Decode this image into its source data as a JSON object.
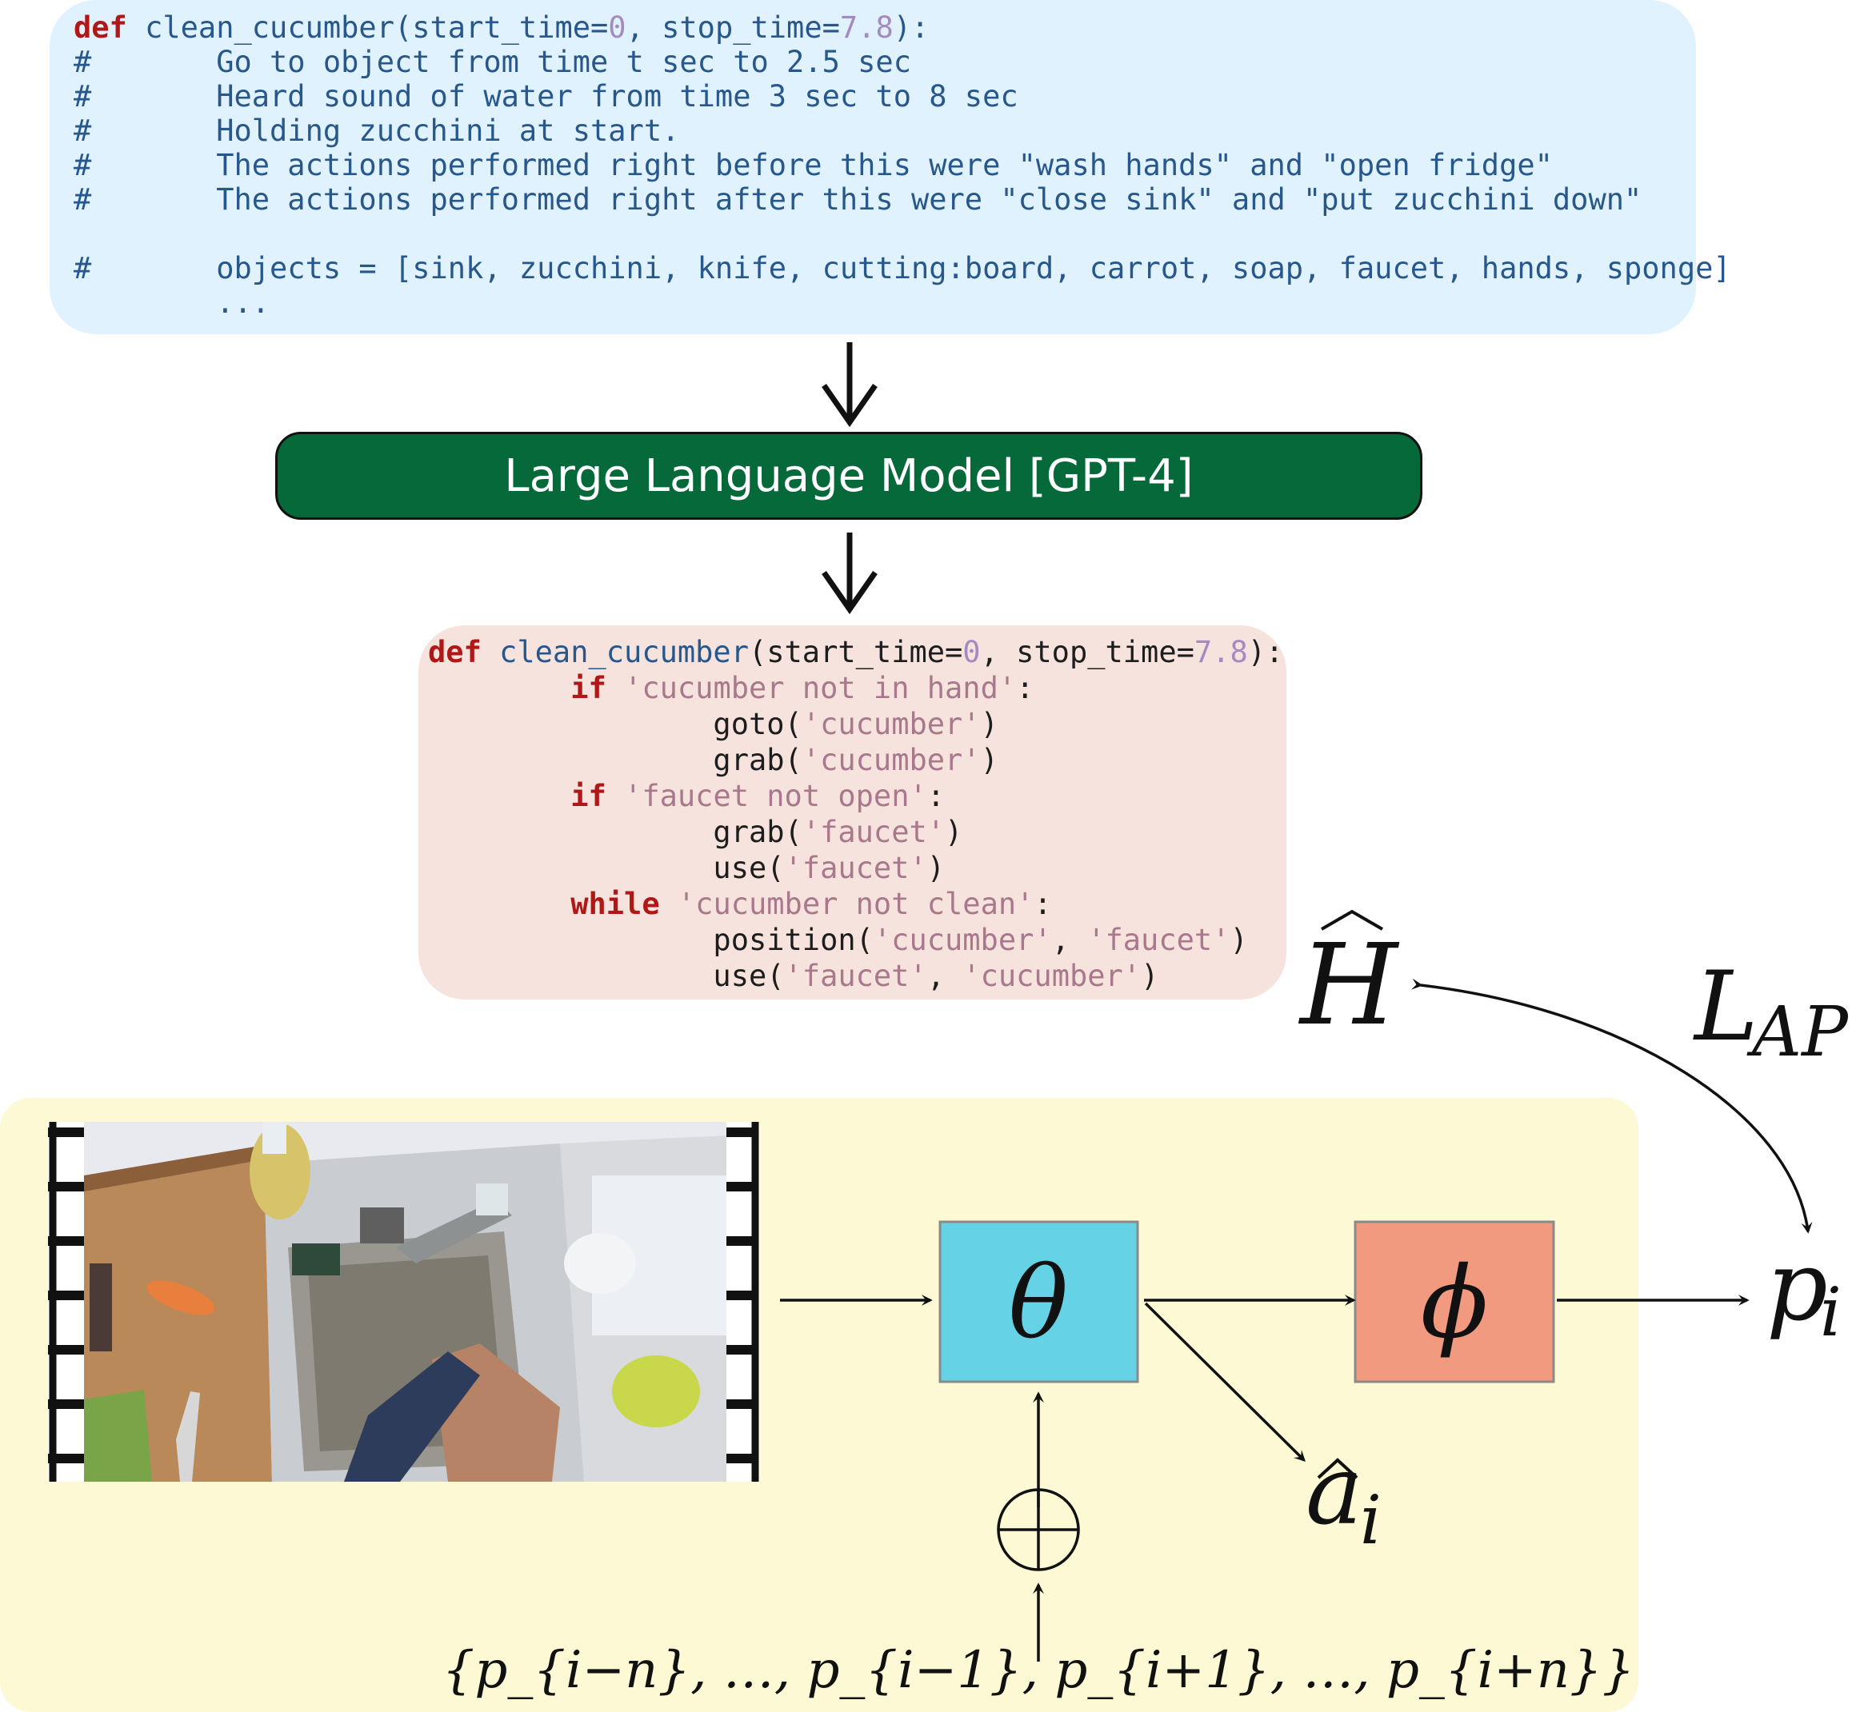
{
  "prompt": {
    "lines": [
      [
        "def ",
        "clean_cucumber",
        "(start_time=",
        "0",
        ", stop_time=",
        "7.8",
        "):"
      ],
      "#       Go to object from time t sec to 2.5 sec",
      "#       Heard sound of water from time 3 sec to 8 sec",
      "#       Holding zucchini at start.",
      "#       The actions performed right before this were \"wash hands\" and \"open fridge\"",
      "#       The actions performed right after this were \"close sink\" and \"put zucchini down\"",
      "",
      "#       objects = [sink, zucchini, knife, cutting:board, carrot, soap, faucet, hands, sponge]",
      "        ..."
    ]
  },
  "llm": {
    "label": "Large Language Model [GPT-4]"
  },
  "generated_code": {
    "signature": [
      "def ",
      "clean_cucumber",
      "(start_time=",
      "0",
      ", stop_time=",
      "7.8",
      "):"
    ],
    "body": [
      {
        "indent": 1,
        "kw": "if",
        "str": "'cucumber not in hand'",
        "tail": ":"
      },
      {
        "indent": 2,
        "fn": "goto",
        "args": [
          "'cucumber'"
        ]
      },
      {
        "indent": 2,
        "fn": "grab",
        "args": [
          "'cucumber'"
        ]
      },
      {
        "indent": 1,
        "kw": "if",
        "str": "'faucet not open'",
        "tail": ":"
      },
      {
        "indent": 2,
        "fn": "grab",
        "args": [
          "'faucet'"
        ]
      },
      {
        "indent": 2,
        "fn": "use",
        "args": [
          "'faucet'"
        ]
      },
      {
        "indent": 1,
        "kw": "while",
        "str": "'cucumber not clean'",
        "tail": ":"
      },
      {
        "indent": 2,
        "fn": "position",
        "args": [
          "'cucumber'",
          "'faucet'"
        ]
      },
      {
        "indent": 2,
        "fn": "use",
        "args": [
          "'faucet'",
          "'cucumber'"
        ]
      }
    ]
  },
  "labels": {
    "h_hat": "H",
    "loss_main": "L",
    "loss_sub": "AP",
    "theta": "θ",
    "phi": "ϕ",
    "p_out": "p",
    "p_out_sub": "i",
    "a_hat": "a",
    "a_hat_sub": "i",
    "plus": "⊕",
    "context_set": "{p_{i−n}, …, p_{i−1}, p_{i+1}, …, p_{i+n}}"
  },
  "colors": {
    "prompt_bg": "#dff2fd",
    "code_bg": "#f6e3dd",
    "bottom_bg": "#fcf9d4",
    "llm_bg": "#05693a",
    "theta_box": "#65d2e6",
    "phi_box": "#f29a7f",
    "keyword": "#b01818",
    "function": "#28578c",
    "number": "#a58ac0",
    "string": "#a8788c"
  },
  "image": {
    "description_icon": "video-frame-kitchen-sink"
  }
}
